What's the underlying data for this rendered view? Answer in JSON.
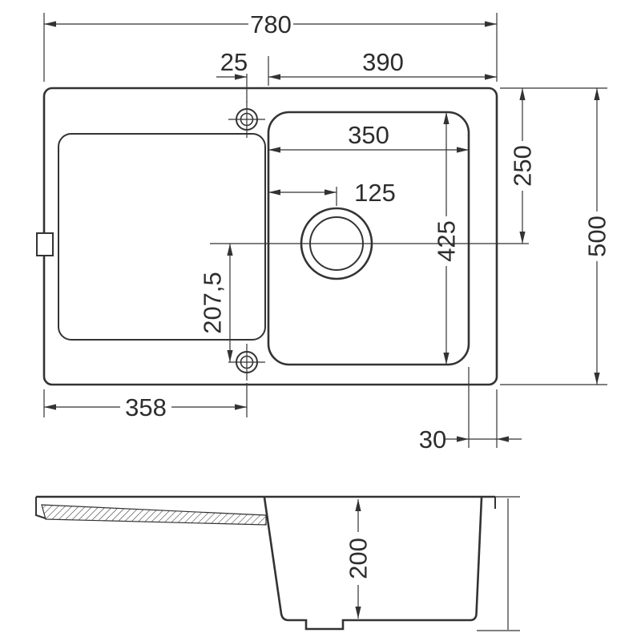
{
  "colors": {
    "line": "#333333",
    "text": "#2d2d2d",
    "background": "#ffffff"
  },
  "dims": {
    "overall_width": "780",
    "tap_hole_offset": "25",
    "right_section_width": "390",
    "bowl_width": "350",
    "center_from_top": "250",
    "drain_from_edge": "125",
    "bowl_length": "425",
    "tap_hole_from_center": "207,5",
    "overall_depth": "500",
    "tap_hole_from_left": "358",
    "edge_clearance": "30",
    "bowl_depth": "200"
  }
}
